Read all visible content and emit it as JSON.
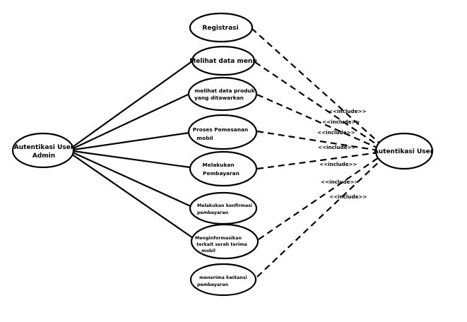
{
  "actors": {
    "admin": {
      "lines": [
        "Autentikasi User",
        "Admin"
      ]
    },
    "user": {
      "lines": [
        "Autentikasi User"
      ]
    }
  },
  "use_cases": [
    {
      "id": "registrasi",
      "lines": [
        "Registrasi"
      ]
    },
    {
      "id": "melihat-data-menu",
      "lines": [
        "Melihat data menu"
      ]
    },
    {
      "id": "melihat-data-produk",
      "lines": [
        "melihat data produk",
        "yang ditawarkan"
      ]
    },
    {
      "id": "proses-pemesanan",
      "lines": [
        "Proses Pemesanan",
        "mobil"
      ]
    },
    {
      "id": "melakukan-pembayaran",
      "lines": [
        "Melakukan",
        "Pembayaran"
      ]
    },
    {
      "id": "melakukan-konfirmasi",
      "lines": [
        "Melakukan konfirmasi",
        "pembayaran"
      ]
    },
    {
      "id": "menginformasikan",
      "lines": [
        "Menginformasikan",
        "terkait serah terima",
        "mobil"
      ]
    },
    {
      "id": "menerima-kwitansi",
      "lines": [
        "menerima kwitansi",
        "pembayaran"
      ]
    }
  ],
  "include_label": "<<include>>"
}
